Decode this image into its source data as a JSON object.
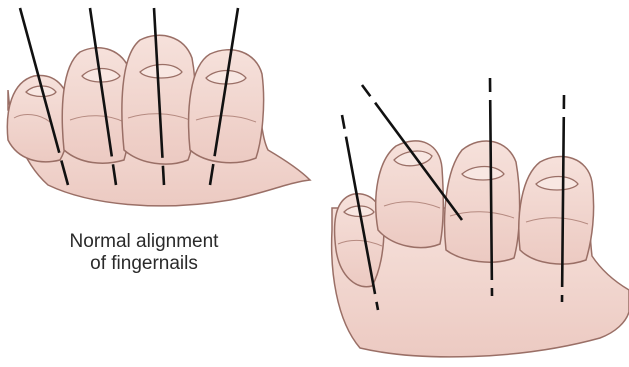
{
  "caption": {
    "line1": "Normal alignment",
    "line2": "of fingernails"
  },
  "palette": {
    "skin_fill": "#f4dcd6",
    "skin_shade": "#e8c2ba",
    "outline": "#9a6f66",
    "nail_fill": "#f8e7e2",
    "alignment_line": "#111111"
  },
  "figures": [
    {
      "name": "normal-hand",
      "fingers": 4,
      "alignment": "normal"
    },
    {
      "name": "misaligned-hand",
      "fingers": 4,
      "alignment": "one finger rotated"
    }
  ]
}
